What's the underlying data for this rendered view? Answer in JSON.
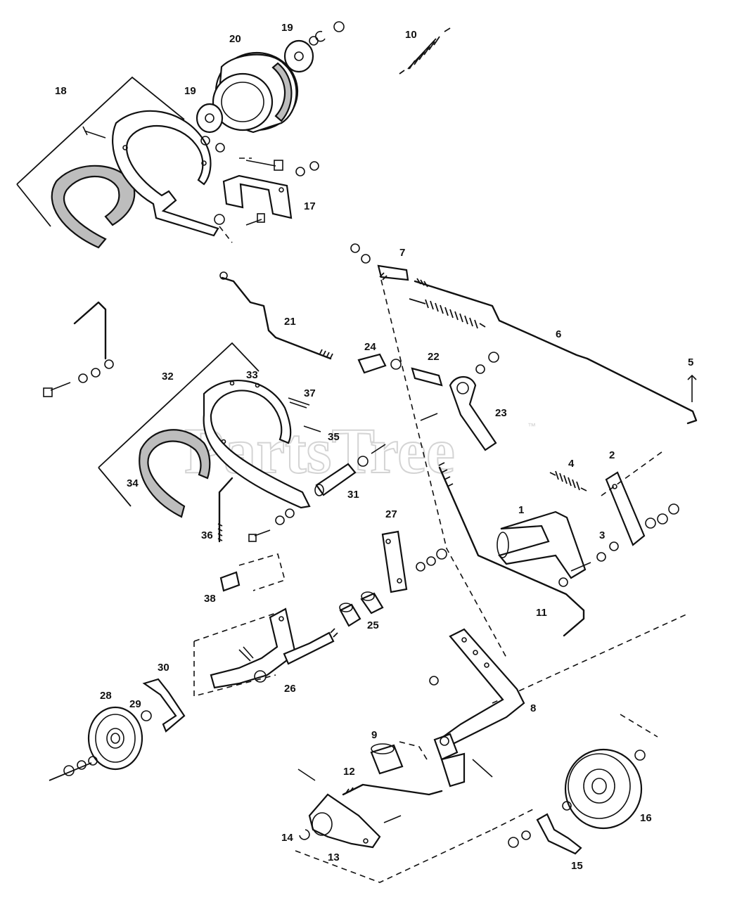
{
  "watermark": {
    "text": "PartsTree",
    "trademark": "™"
  },
  "callouts": [
    "1",
    "2",
    "3",
    "4",
    "5",
    "6",
    "7",
    "8",
    "9",
    "10",
    "11",
    "12",
    "13",
    "14",
    "15",
    "16",
    "17",
    "18",
    "19",
    "20",
    "21",
    "22",
    "23",
    "24",
    "25",
    "26",
    "27",
    "28",
    "29",
    "30",
    "31",
    "32",
    "33",
    "34",
    "35",
    "36",
    "37",
    "38"
  ]
}
